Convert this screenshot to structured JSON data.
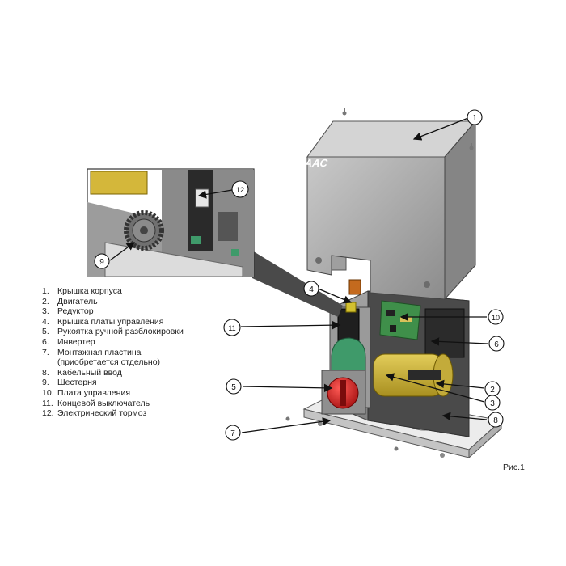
{
  "brand": "FAAC",
  "figure_label": "Рис.1",
  "legend": [
    {
      "num": "1.",
      "text": "Крышка корпуса"
    },
    {
      "num": "2.",
      "text": "Двигатель"
    },
    {
      "num": "3.",
      "text": "Редуктор"
    },
    {
      "num": "4.",
      "text": "Крышка платы управления"
    },
    {
      "num": "5.",
      "text": "Рукоятка ручной разблокировки"
    },
    {
      "num": "6.",
      "text": "Инвертер"
    },
    {
      "num": "7.",
      "text": "Монтажная пластина"
    },
    {
      "num": "",
      "text": "(приобретается отдельно)"
    },
    {
      "num": "8.",
      "text": "Кабельный ввод"
    },
    {
      "num": "9.",
      "text": "Шестерня"
    },
    {
      "num": "10.",
      "text": "Плата управления"
    },
    {
      "num": "11.",
      "text": "Концевой выключатель"
    },
    {
      "num": "12.",
      "text": "Электрический тормоз"
    }
  ],
  "callouts": [
    "1",
    "2",
    "3",
    "4",
    "5",
    "6",
    "7",
    "8",
    "9",
    "10",
    "11",
    "12"
  ],
  "colors": {
    "housing": "#a9a9a9",
    "frame": "#e6e6e6",
    "motor": "#c9b036",
    "handle": "#d9292b",
    "board": "#3f8f4a",
    "gear": "#6d6d6d"
  }
}
